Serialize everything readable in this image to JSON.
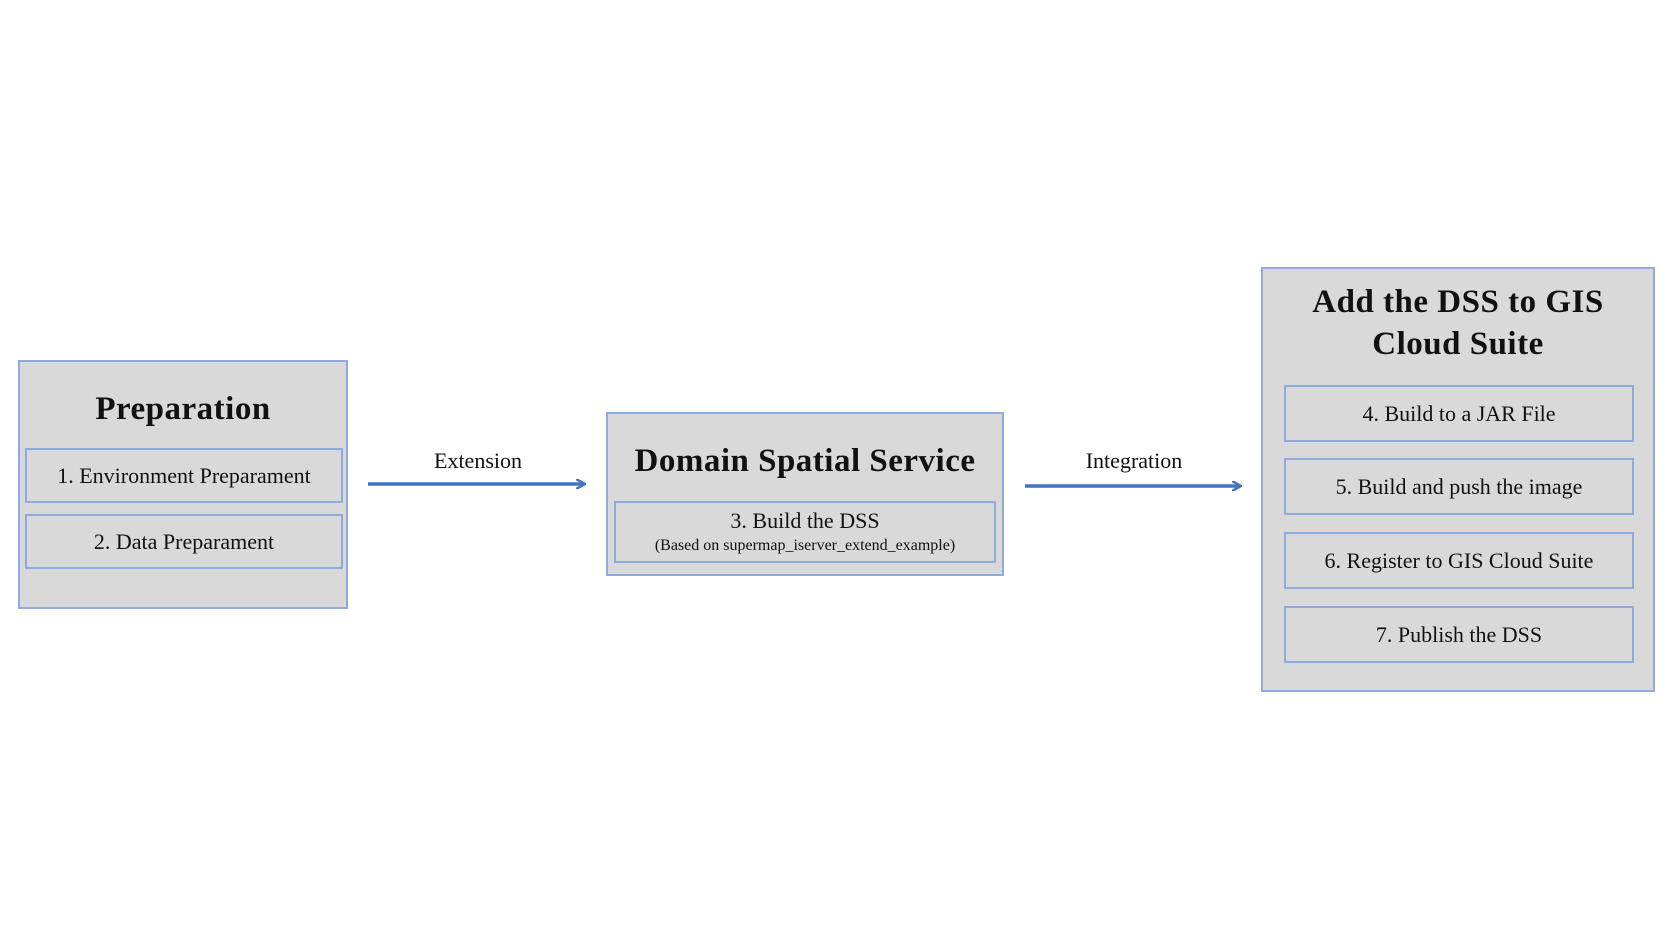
{
  "preparation": {
    "title": "Preparation",
    "steps": [
      "1. Environment Preparament",
      "2. Data Preparament"
    ]
  },
  "extension_label": "Extension",
  "dss": {
    "title": "Domain Spatial Service",
    "step": "3. Build the DSS",
    "step_note": "(Based on supermap_iserver_extend_example)"
  },
  "integration_label": "Integration",
  "gis_cloud": {
    "title_line1": "Add the DSS to GIS",
    "title_line2": "Cloud Suite",
    "steps": [
      "4. Build to a JAR File",
      "5. Build and push the image",
      "6. Register to GIS Cloud Suite",
      "7. Publish the DSS"
    ]
  },
  "colors": {
    "panel_fill": "#d9d9d9",
    "border": "#8faadc",
    "arrow": "#4472c4"
  }
}
